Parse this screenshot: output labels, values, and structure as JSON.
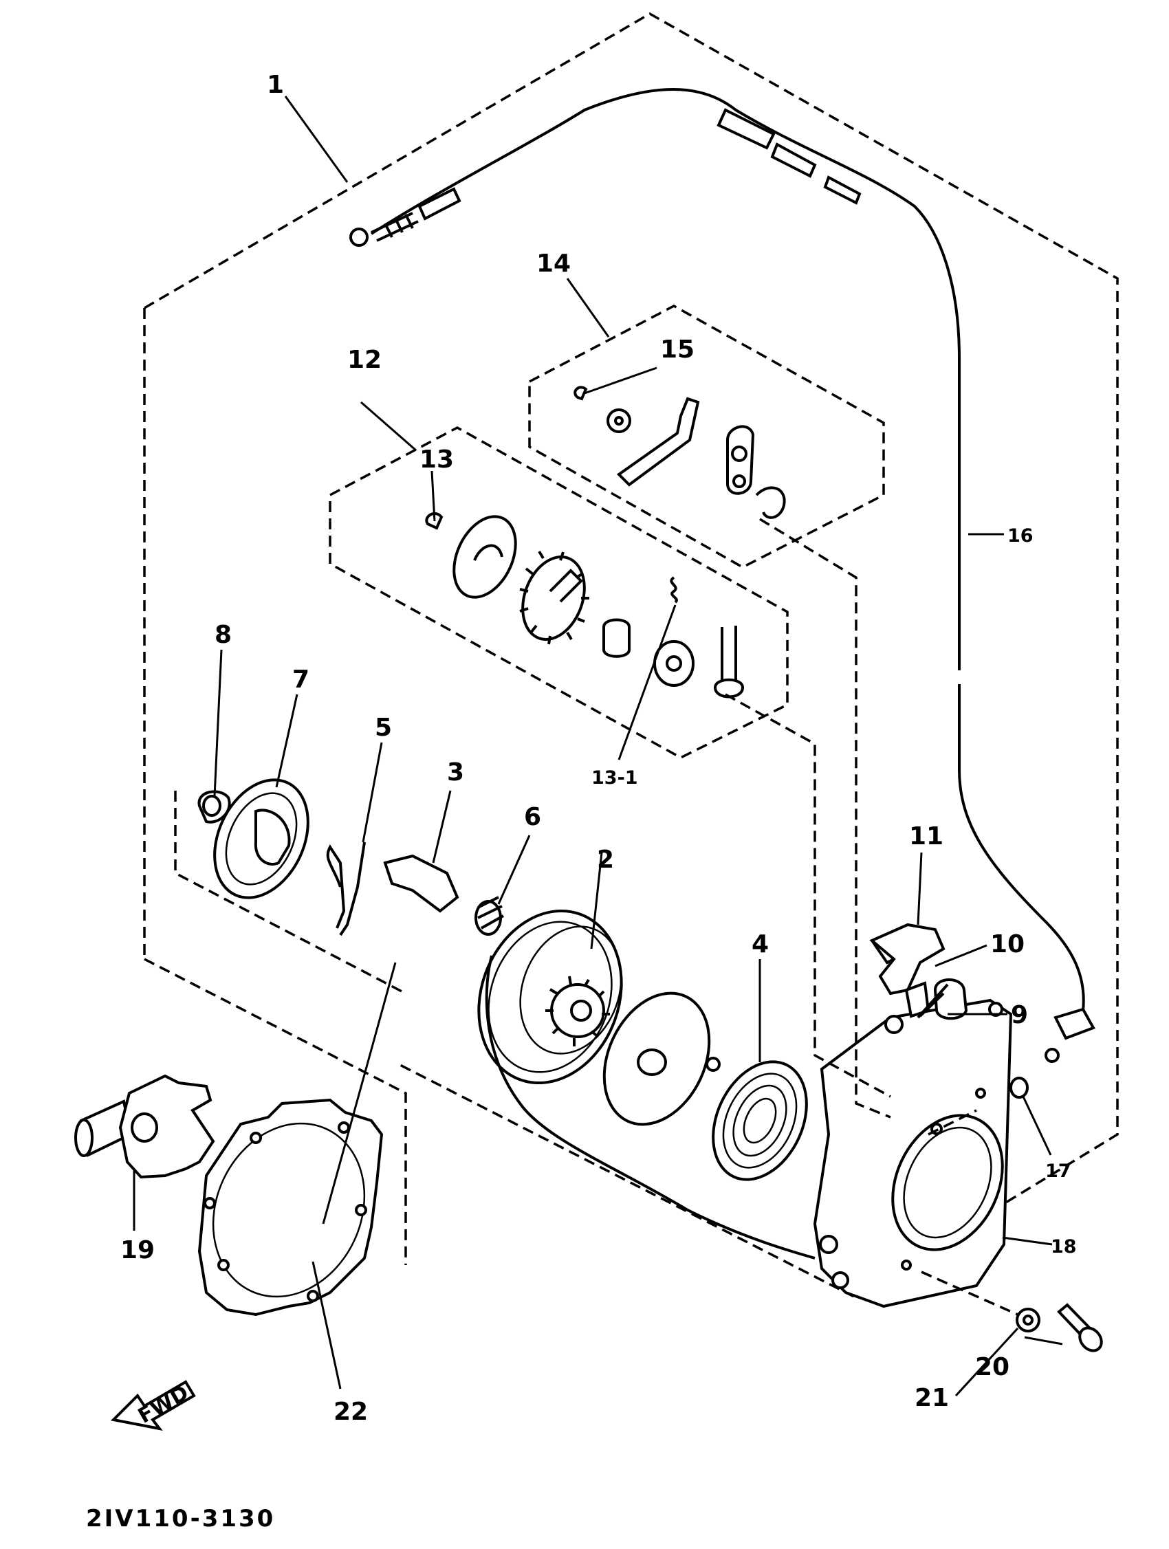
{
  "diagram": {
    "reference_code": "2IV110-3130",
    "direction_arrow": "FWD",
    "callouts": [
      {
        "id": "c1",
        "label": "1"
      },
      {
        "id": "c2",
        "label": "2"
      },
      {
        "id": "c3",
        "label": "3"
      },
      {
        "id": "c4",
        "label": "4"
      },
      {
        "id": "c5",
        "label": "5"
      },
      {
        "id": "c6",
        "label": "6"
      },
      {
        "id": "c7",
        "label": "7"
      },
      {
        "id": "c8",
        "label": "8"
      },
      {
        "id": "c9",
        "label": "9"
      },
      {
        "id": "c10",
        "label": "10"
      },
      {
        "id": "c11",
        "label": "11"
      },
      {
        "id": "c12",
        "label": "12"
      },
      {
        "id": "c13",
        "label": "13"
      },
      {
        "id": "c13-1",
        "label": "13-1"
      },
      {
        "id": "c14",
        "label": "14"
      },
      {
        "id": "c15",
        "label": "15"
      },
      {
        "id": "c16",
        "label": "16"
      },
      {
        "id": "c17",
        "label": "17"
      },
      {
        "id": "c18",
        "label": "18"
      },
      {
        "id": "c19",
        "label": "19"
      },
      {
        "id": "c20",
        "label": "20"
      },
      {
        "id": "c21",
        "label": "21"
      },
      {
        "id": "c22",
        "label": "22"
      }
    ]
  }
}
